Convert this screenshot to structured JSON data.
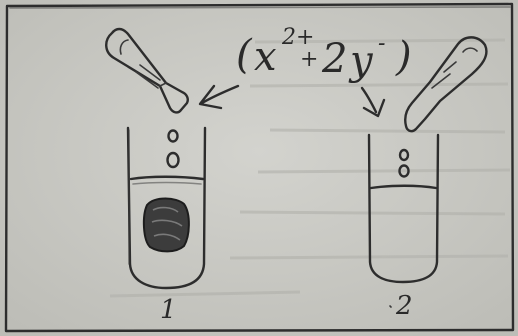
{
  "formula": {
    "open": "(",
    "x": "x",
    "x_charge": "2+",
    "plus": "+",
    "coef": "2",
    "y": "y",
    "y_charge": "-",
    "close": ")"
  },
  "tubes": [
    {
      "label": "1"
    },
    {
      "label": "2"
    }
  ],
  "colors": {
    "paper": "#c9c9c3",
    "ink": "#2d2d2d",
    "solid": "#3c3c3c"
  }
}
